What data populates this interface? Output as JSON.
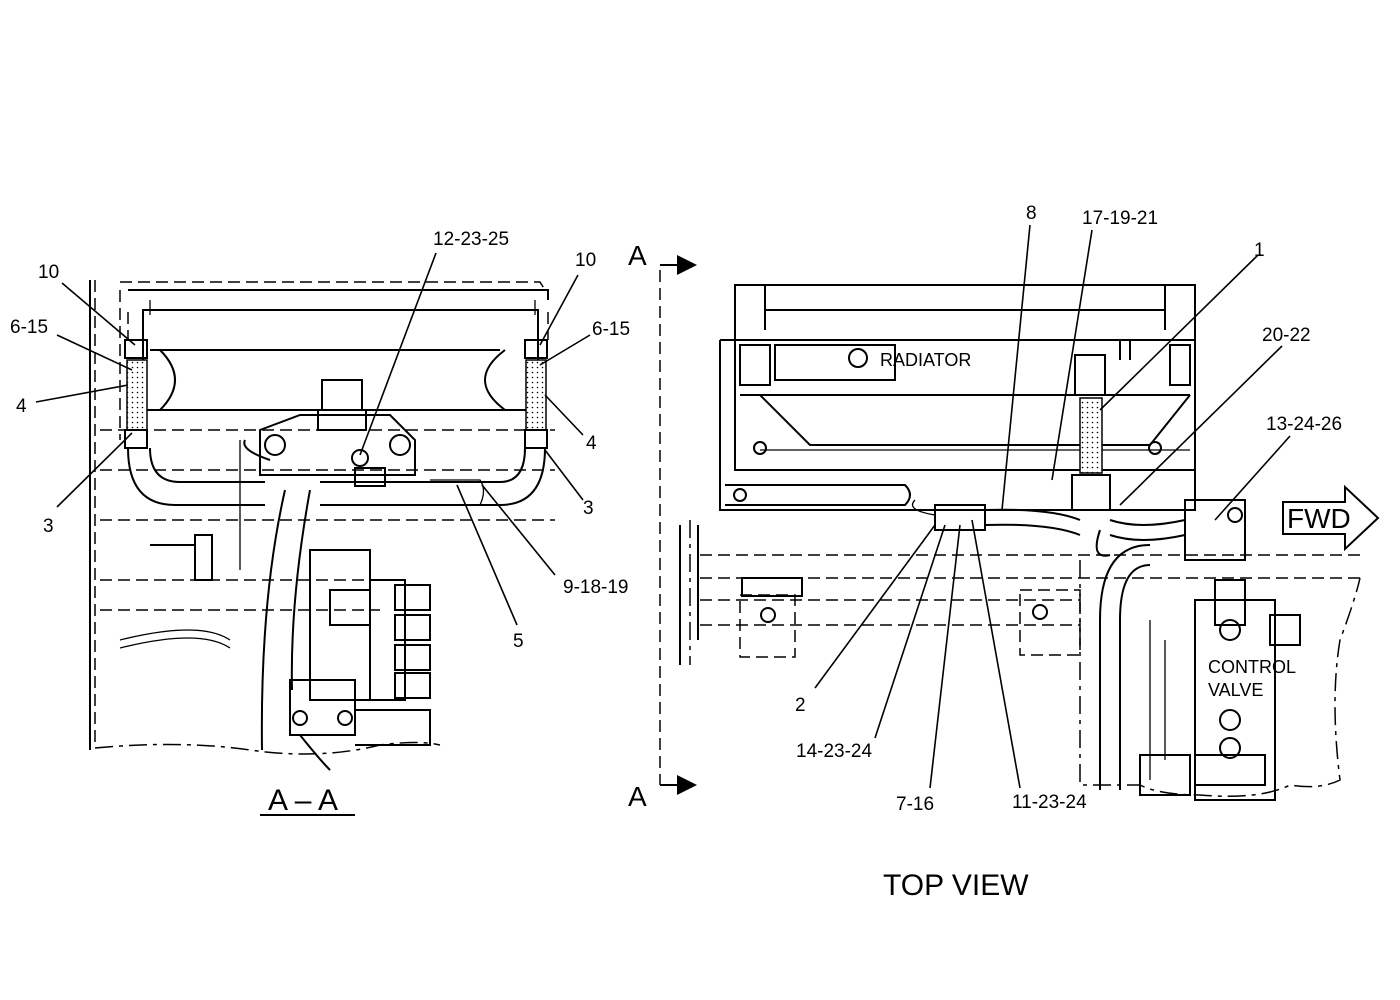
{
  "views": {
    "section_label": "A – A",
    "top_view_label": "TOP  VIEW",
    "section_marker": "A"
  },
  "labels": {
    "radiator": "RADIATOR",
    "control_valve_line1": "CONTROL",
    "control_valve_line2": "VALVE",
    "fwd": "FWD"
  },
  "callouts_left": {
    "c10_left": "10",
    "c6_15_left": "6-15",
    "c4_left": "4",
    "c3_left": "3",
    "c12_23_25": "12-23-25",
    "c10_right": "10",
    "c6_15_right": "6-15",
    "c4_right": "4",
    "c3_right": "3",
    "c9_18_19": "9-18-19",
    "c5": "5"
  },
  "callouts_right": {
    "c8": "8",
    "c17_19_21": "17-19-21",
    "c1": "1",
    "c20_22": "20-22",
    "c13_24_26": "13-24-26",
    "c2": "2",
    "c14_23_24": "14-23-24",
    "c7_16": "7-16",
    "c11_23_24": "11-23-24"
  }
}
